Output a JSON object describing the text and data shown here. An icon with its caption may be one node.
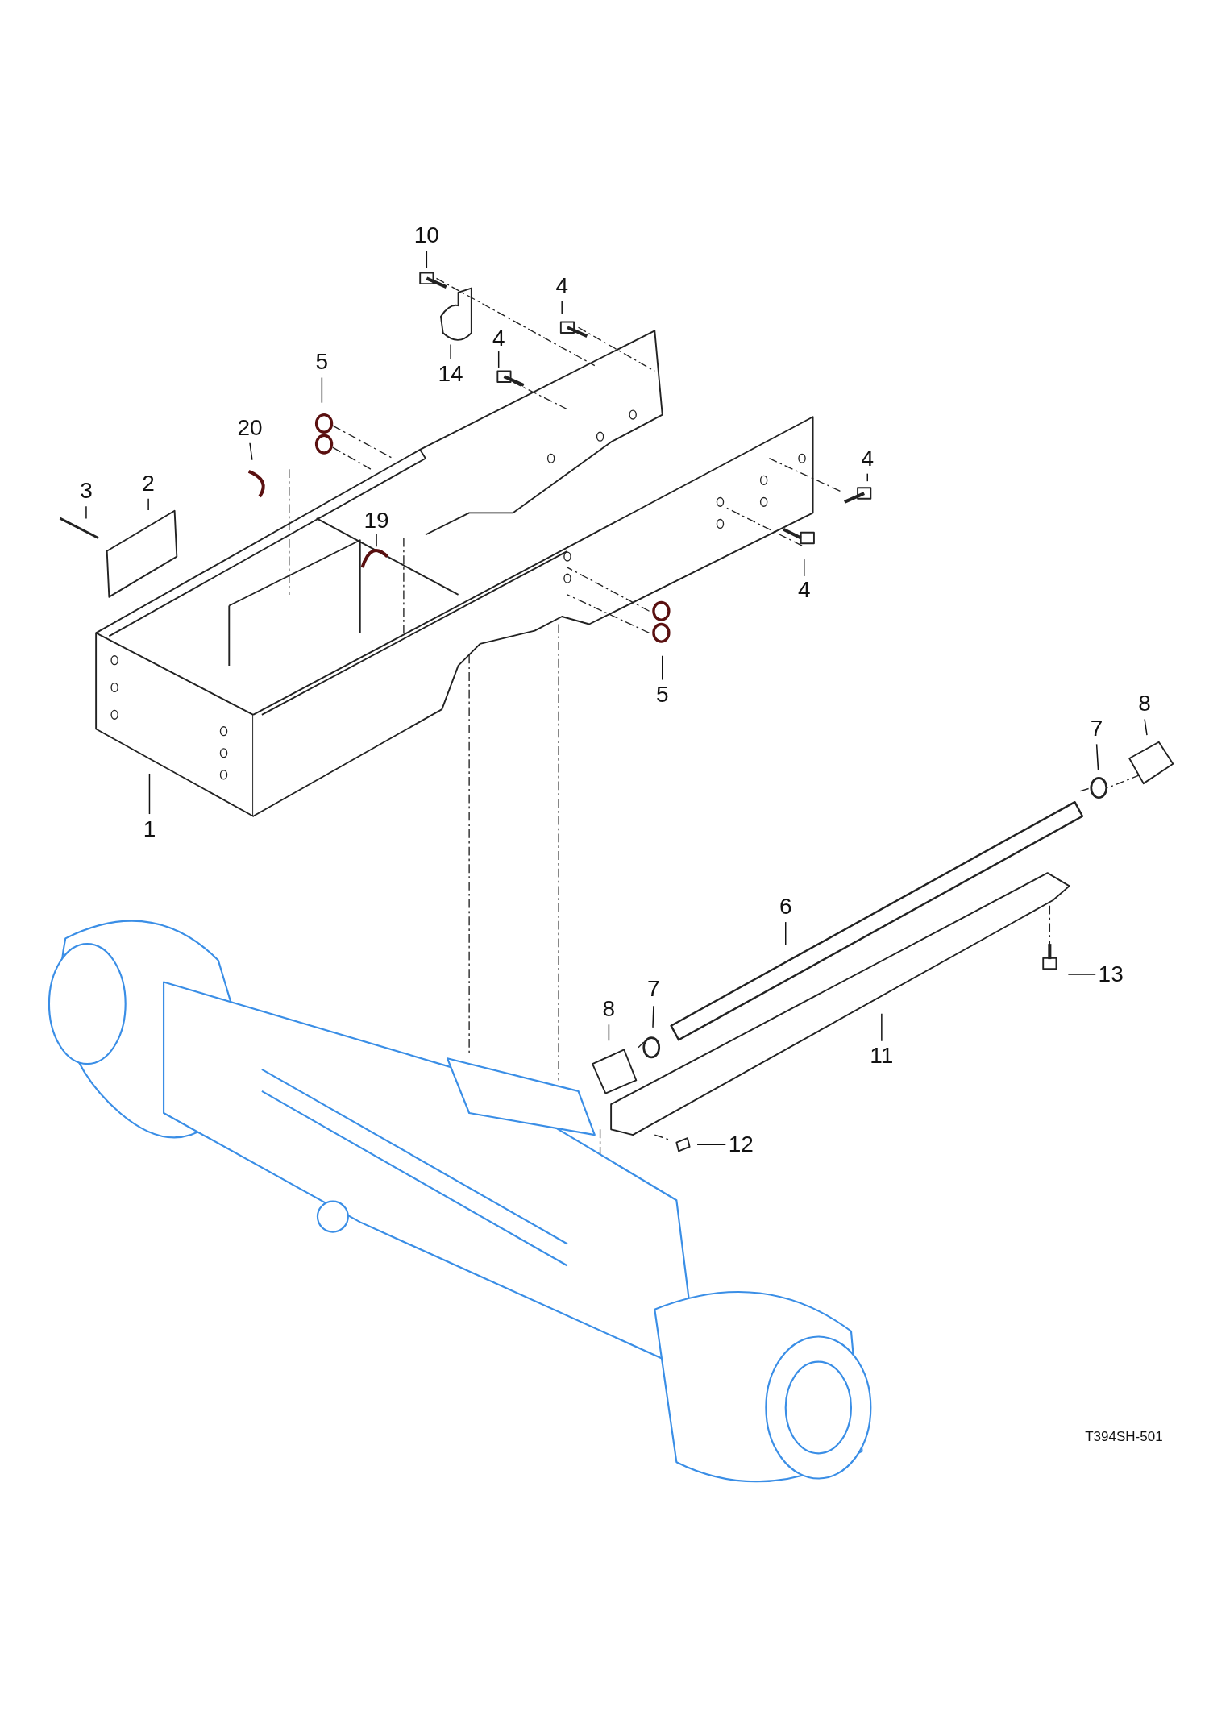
{
  "diagram": {
    "nodes": [
      {
        "text": [
          "10"
        ]
      },
      {
        "text": [
          "4"
        ]
      },
      {
        "text": [
          "5"
        ]
      },
      {
        "text": [
          "4"
        ]
      },
      {
        "text": [
          "14"
        ]
      },
      {
        "text": [
          "20"
        ]
      },
      {
        "text": [
          "3"
        ]
      },
      {
        "text": [
          "2"
        ]
      },
      {
        "text": [
          "19"
        ]
      },
      {
        "text": [
          "4"
        ]
      },
      {
        "text": [
          "4"
        ]
      },
      {
        "text": [
          "5"
        ]
      },
      {
        "text": [
          "1"
        ]
      },
      {
        "text": [
          "8"
        ]
      },
      {
        "text": [
          "7"
        ]
      },
      {
        "text": [
          "6"
        ]
      },
      {
        "text": [
          "13"
        ]
      },
      {
        "text": [
          "8"
        ]
      },
      {
        "text": [
          "7"
        ]
      },
      {
        "text": [
          "11"
        ]
      },
      {
        "text": [
          "12"
        ]
      }
    ],
    "edges": [
      {
        "from": 0,
        "to": null,
        "arrow": "none"
      },
      {
        "from": 1,
        "to": null,
        "arrow": "none"
      },
      {
        "from": 2,
        "to": null,
        "arrow": "none"
      },
      {
        "from": 3,
        "to": null,
        "arrow": "none"
      },
      {
        "from": 4,
        "to": null,
        "arrow": "none"
      },
      {
        "from": 5,
        "to": null,
        "arrow": "none"
      },
      {
        "from": 6,
        "to": null,
        "arrow": "none"
      },
      {
        "from": 7,
        "to": null,
        "arrow": "none"
      },
      {
        "from": 8,
        "to": null,
        "arrow": "none"
      },
      {
        "from": 9,
        "to": null,
        "arrow": "none"
      },
      {
        "from": 10,
        "to": null,
        "arrow": "none"
      },
      {
        "from": 11,
        "to": null,
        "arrow": "none"
      },
      {
        "from": 12,
        "to": null,
        "arrow": "none"
      },
      {
        "from": 13,
        "to": null,
        "arrow": "none"
      },
      {
        "from": 14,
        "to": null,
        "arrow": "none"
      },
      {
        "from": 15,
        "to": null,
        "arrow": "none"
      },
      {
        "from": 16,
        "to": null,
        "arrow": "none"
      },
      {
        "from": 17,
        "to": null,
        "arrow": "none"
      },
      {
        "from": 18,
        "to": null,
        "arrow": "none"
      },
      {
        "from": 19,
        "to": null,
        "arrow": "none"
      },
      {
        "from": 20,
        "to": null,
        "arrow": "none"
      }
    ],
    "labels": [
      "T394SH-501"
    ]
  }
}
